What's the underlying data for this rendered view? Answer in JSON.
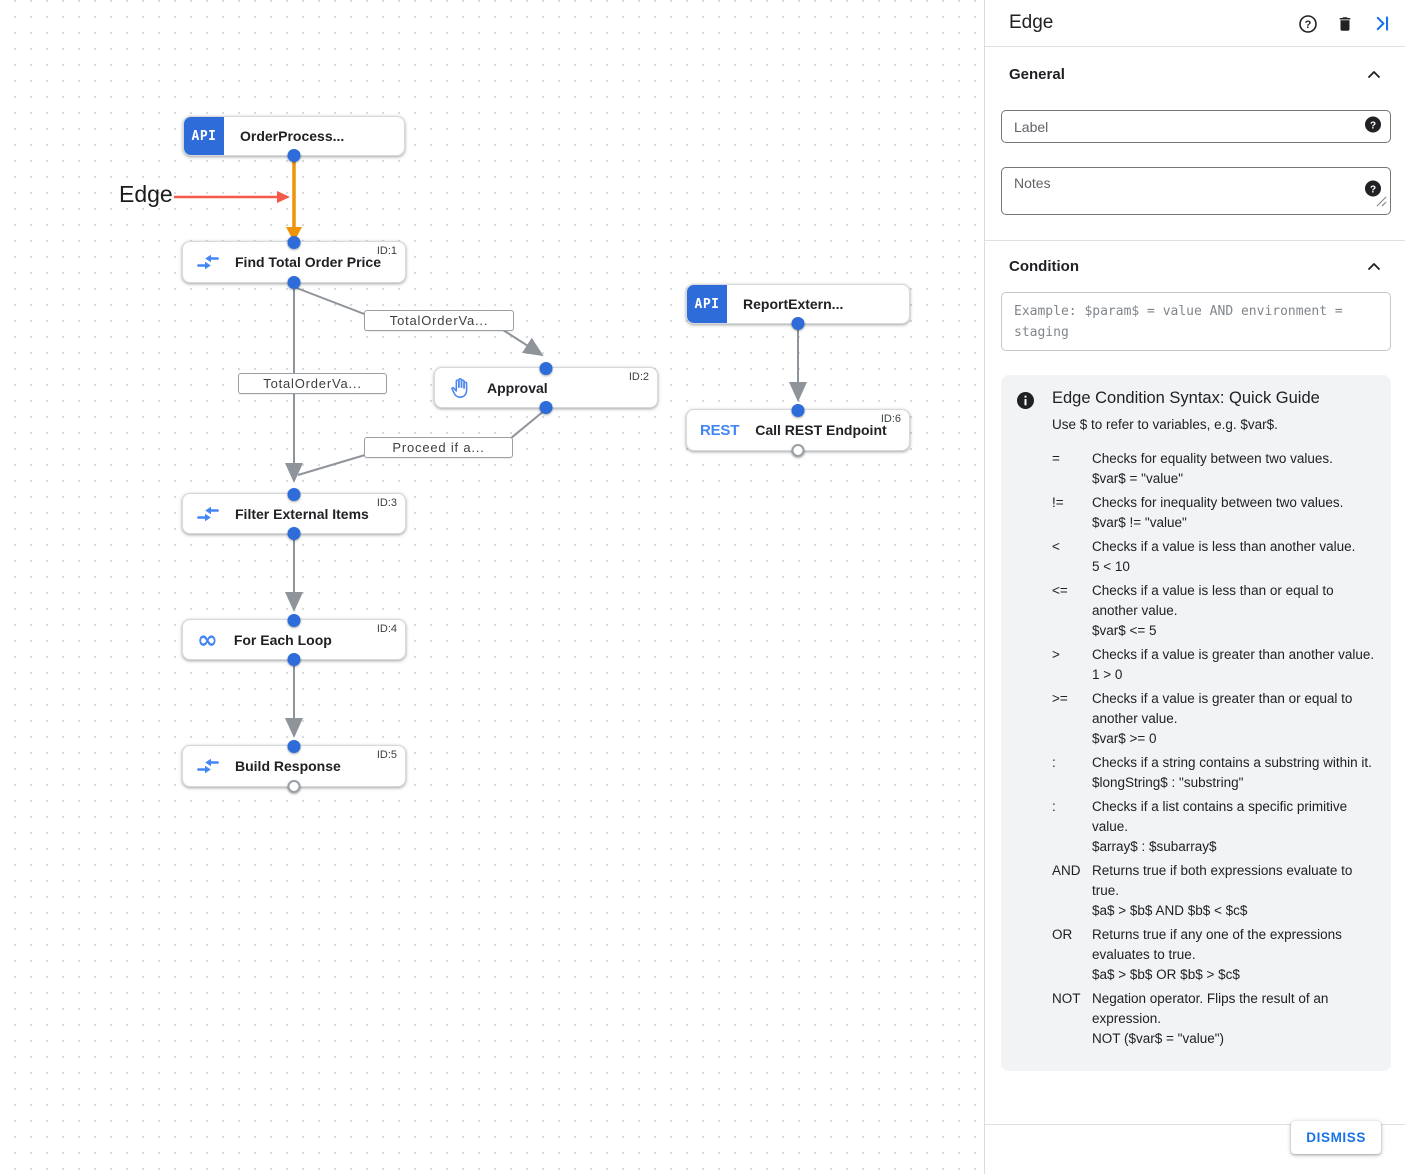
{
  "canvas": {
    "annotation_label": "Edge",
    "nodes": {
      "order_process": {
        "label": "OrderProcess...",
        "badge": "API"
      },
      "find_total": {
        "label": "Find Total Order Price",
        "id": "ID:1"
      },
      "report_extern": {
        "label": "ReportExtern...",
        "badge": "API"
      },
      "approval": {
        "label": "Approval",
        "id": "ID:2"
      },
      "call_rest": {
        "label": "Call REST Endpoint",
        "id": "ID:6",
        "badge": "REST"
      },
      "filter_items": {
        "label": "Filter External Items",
        "id": "ID:3"
      },
      "for_each": {
        "label": "For Each Loop",
        "id": "ID:4"
      },
      "build_response": {
        "label": "Build Response",
        "id": "ID:5"
      }
    },
    "edge_labels": {
      "to_approval": "TotalOrderVa...",
      "to_filter": "TotalOrderVa...",
      "from_approval": "Proceed if a..."
    }
  },
  "panel": {
    "title": "Edge",
    "general": {
      "heading": "General",
      "label_placeholder": "Label",
      "notes_placeholder": "Notes"
    },
    "condition": {
      "heading": "Condition",
      "placeholder": "Example: $param$ = value AND environment = staging"
    },
    "guide": {
      "title": "Edge Condition Syntax: Quick Guide",
      "subtitle": "Use $ to refer to variables, e.g. $var$.",
      "entries": [
        {
          "op": "=",
          "desc": "Checks for equality between two values.",
          "example": "$var$ = \"value\""
        },
        {
          "op": "!=",
          "desc": "Checks for inequality between two values.",
          "example": "$var$ != \"value\""
        },
        {
          "op": "<",
          "desc": "Checks if a value is less than another value.",
          "example": "5 < 10"
        },
        {
          "op": "<=",
          "desc": "Checks if a value is less than or equal to another value.",
          "example": "$var$ <= 5"
        },
        {
          "op": ">",
          "desc": "Checks if a value is greater than another value.",
          "example": "1 > 0"
        },
        {
          "op": ">=",
          "desc": "Checks if a value is greater than or equal to another value.",
          "example": "$var$ >= 0"
        },
        {
          "op": ":",
          "desc": "Checks if a string contains a substring within it.",
          "example": "$longString$ : \"substring\""
        },
        {
          "op": ":",
          "desc": "Checks if a list contains a specific primitive value.",
          "example": "$array$ : $subarray$"
        },
        {
          "op": "AND",
          "desc": "Returns true if both expressions evaluate to true.",
          "example": "$a$ > $b$ AND $b$ < $c$"
        },
        {
          "op": "OR",
          "desc": "Returns true if any one of the expressions evaluates to true.",
          "example": "$a$ > $b$ OR $b$ > $c$"
        },
        {
          "op": "NOT",
          "desc": "Negation operator. Flips the result of an expression.",
          "example": "NOT ($var$ = \"value\")"
        }
      ]
    },
    "dismiss_label": "DISMISS"
  },
  "colors": {
    "accent_blue": "#1a73e8",
    "node_blue": "#2d6cd9",
    "icon_blue": "#4285f4",
    "selected_edge_orange": "#ed940a",
    "annotation_red": "#f4594c",
    "edge_gray": "#8f939a"
  }
}
